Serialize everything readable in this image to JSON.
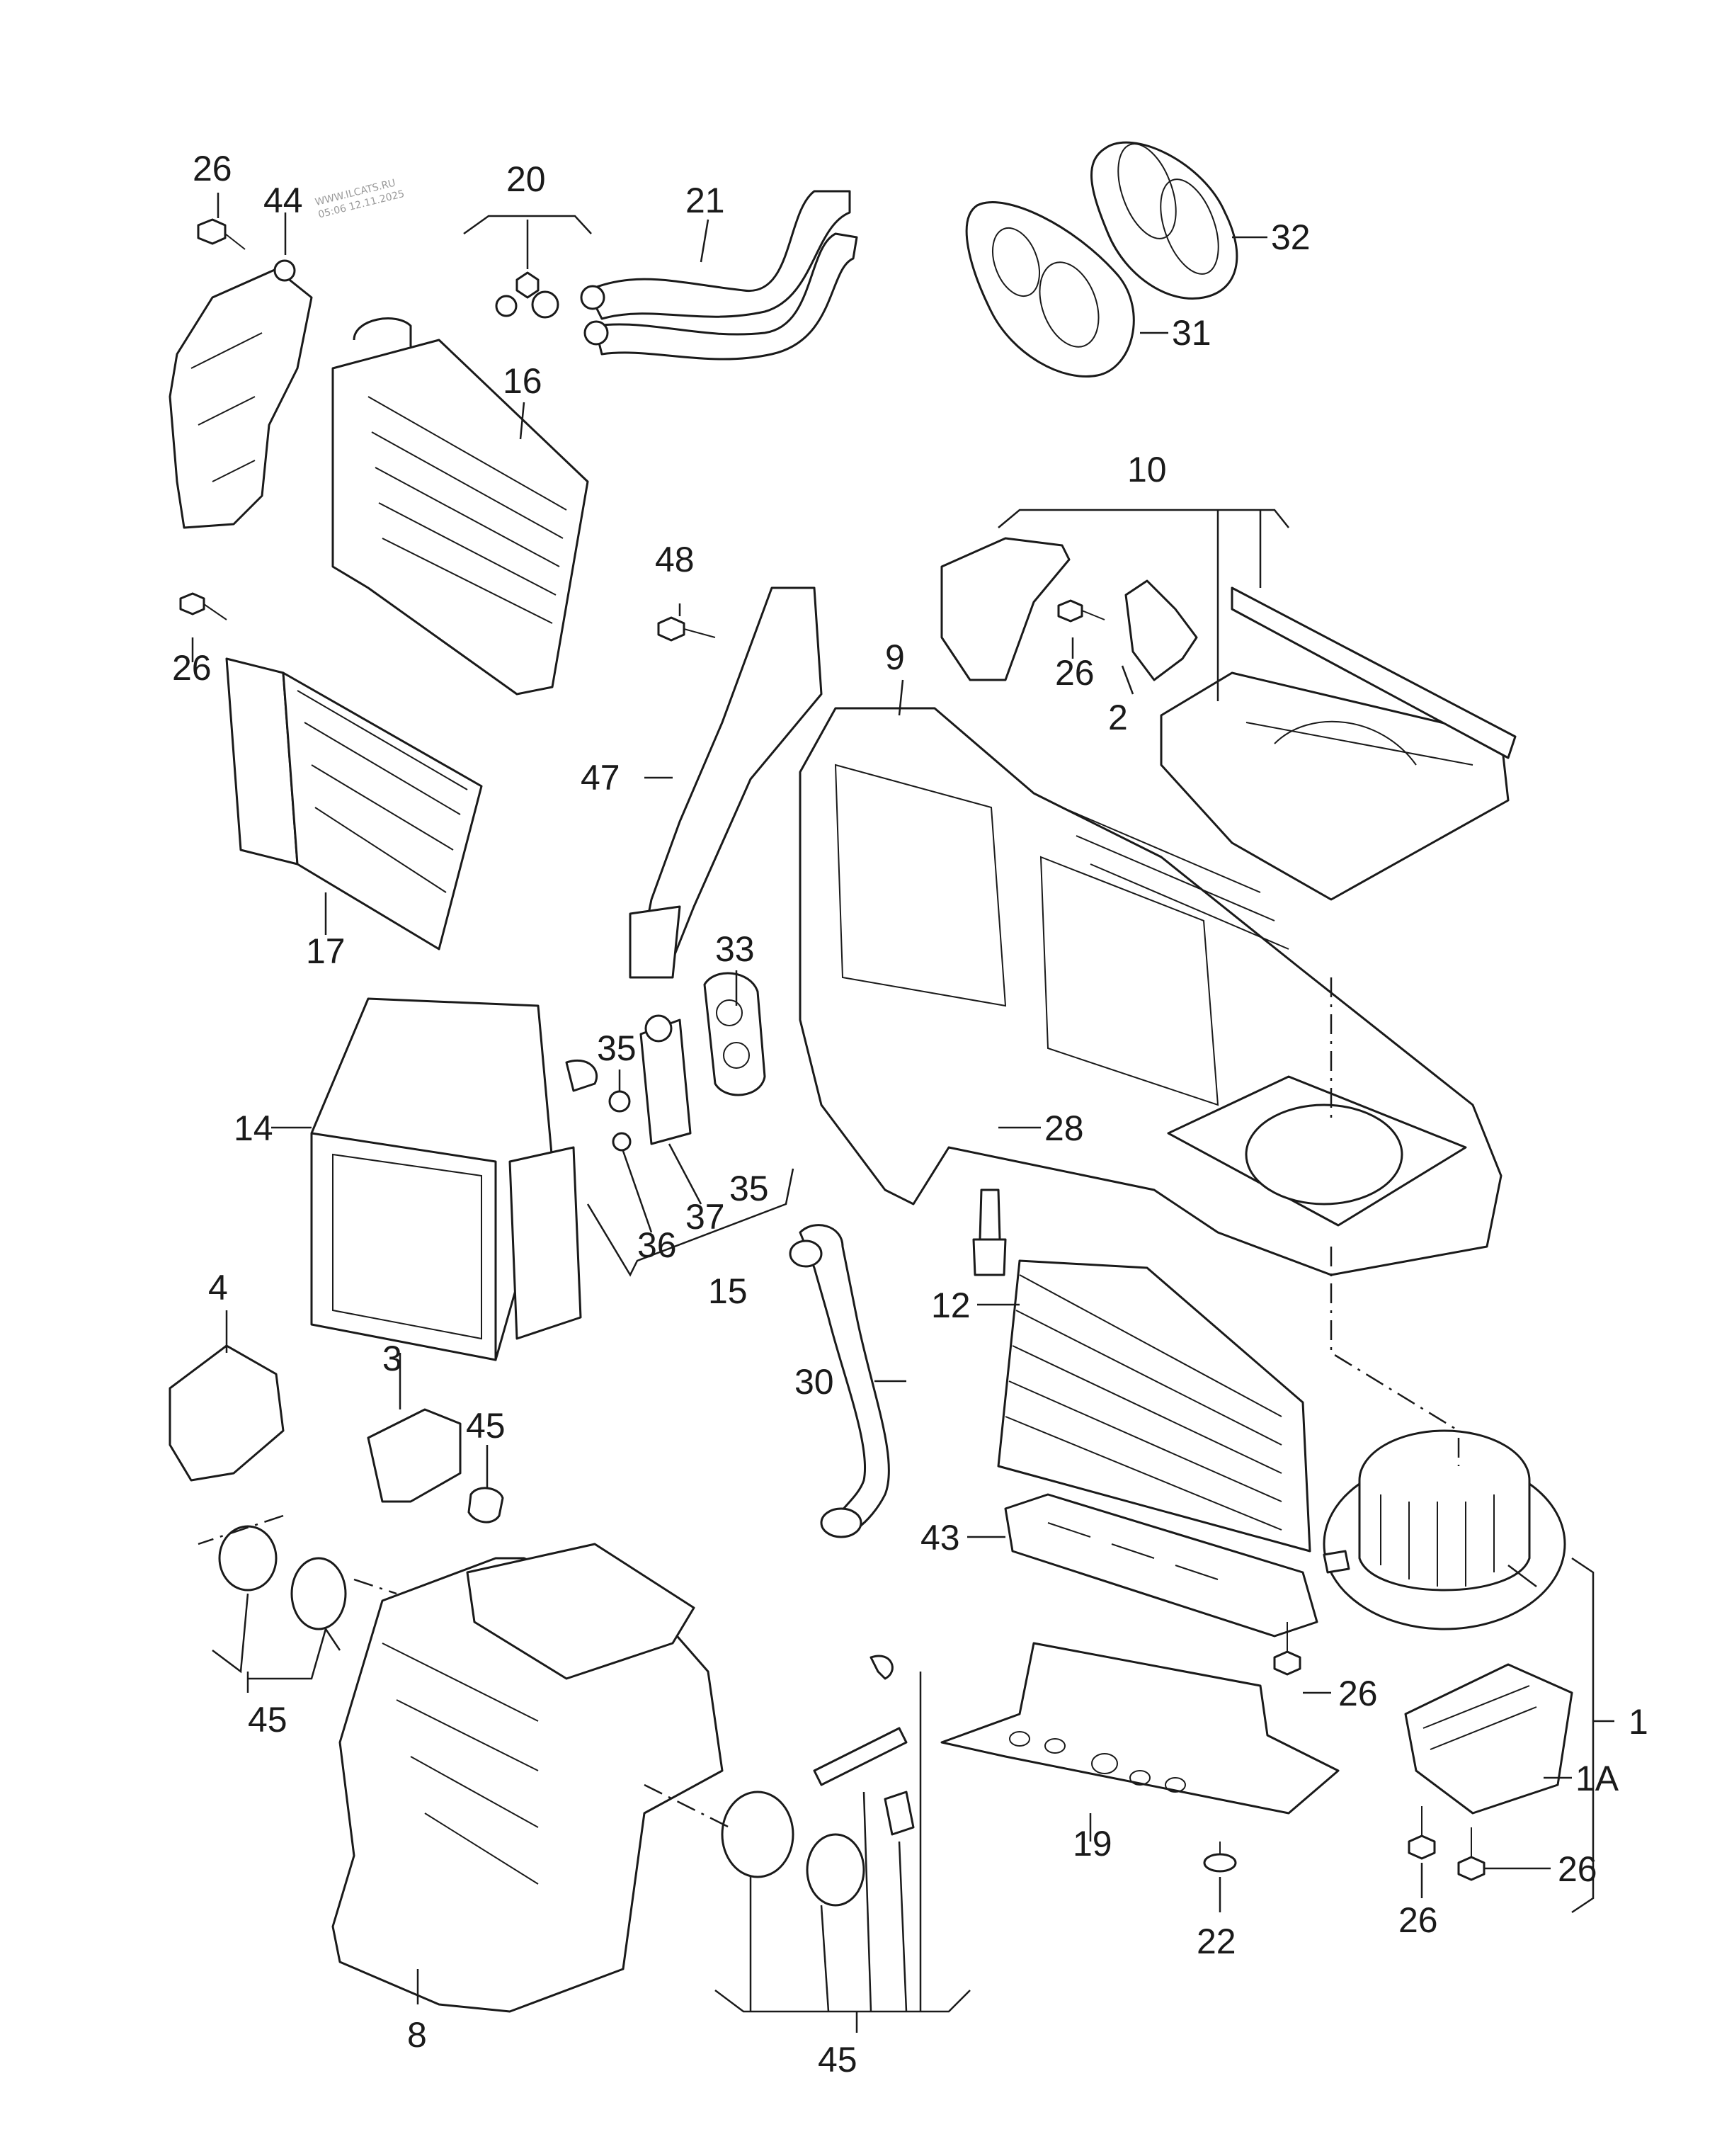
{
  "watermark": {
    "line1": "WWW.ILCATS.RU",
    "line2": "05:06 12.11.2025"
  },
  "labels": {
    "l1": "1",
    "l1A": "1A",
    "l2": "2",
    "l3": "3",
    "l4": "4",
    "l8": "8",
    "l9": "9",
    "l10": "10",
    "l12": "12",
    "l14": "14",
    "l15": "15",
    "l16": "16",
    "l17": "17",
    "l19": "19",
    "l20": "20",
    "l21": "21",
    "l22": "22",
    "l26a": "26",
    "l26b": "26",
    "l26c": "26",
    "l26d": "26",
    "l26e": "26",
    "l26f": "26",
    "l28": "28",
    "l30": "30",
    "l31": "31",
    "l32": "32",
    "l33": "33",
    "l35a": "35",
    "l35b": "35",
    "l36": "36",
    "l37": "37",
    "l43": "43",
    "l44": "44",
    "l45a": "45",
    "l45b": "45",
    "l45c": "45",
    "l47": "47",
    "l48": "48"
  }
}
